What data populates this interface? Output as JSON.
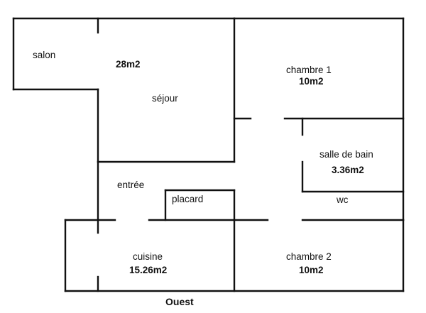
{
  "rooms": {
    "salon": {
      "name": "salon"
    },
    "sejour": {
      "name": "séjour",
      "area": "28m2"
    },
    "chambre1": {
      "name": "chambre 1",
      "area": "10m2"
    },
    "salle_de_bain": {
      "name": "salle de bain",
      "area": "3.36m2"
    },
    "wc": {
      "name": "wc"
    },
    "entree": {
      "name": "entrée"
    },
    "placard": {
      "name": "placard"
    },
    "cuisine": {
      "name": "cuisine",
      "area": "15.26m2"
    },
    "chambre2": {
      "name": "chambre 2",
      "area": "10m2"
    }
  },
  "orientation": {
    "label": "Ouest"
  },
  "colors": {
    "wall": "#111111",
    "background": "#ffffff"
  }
}
